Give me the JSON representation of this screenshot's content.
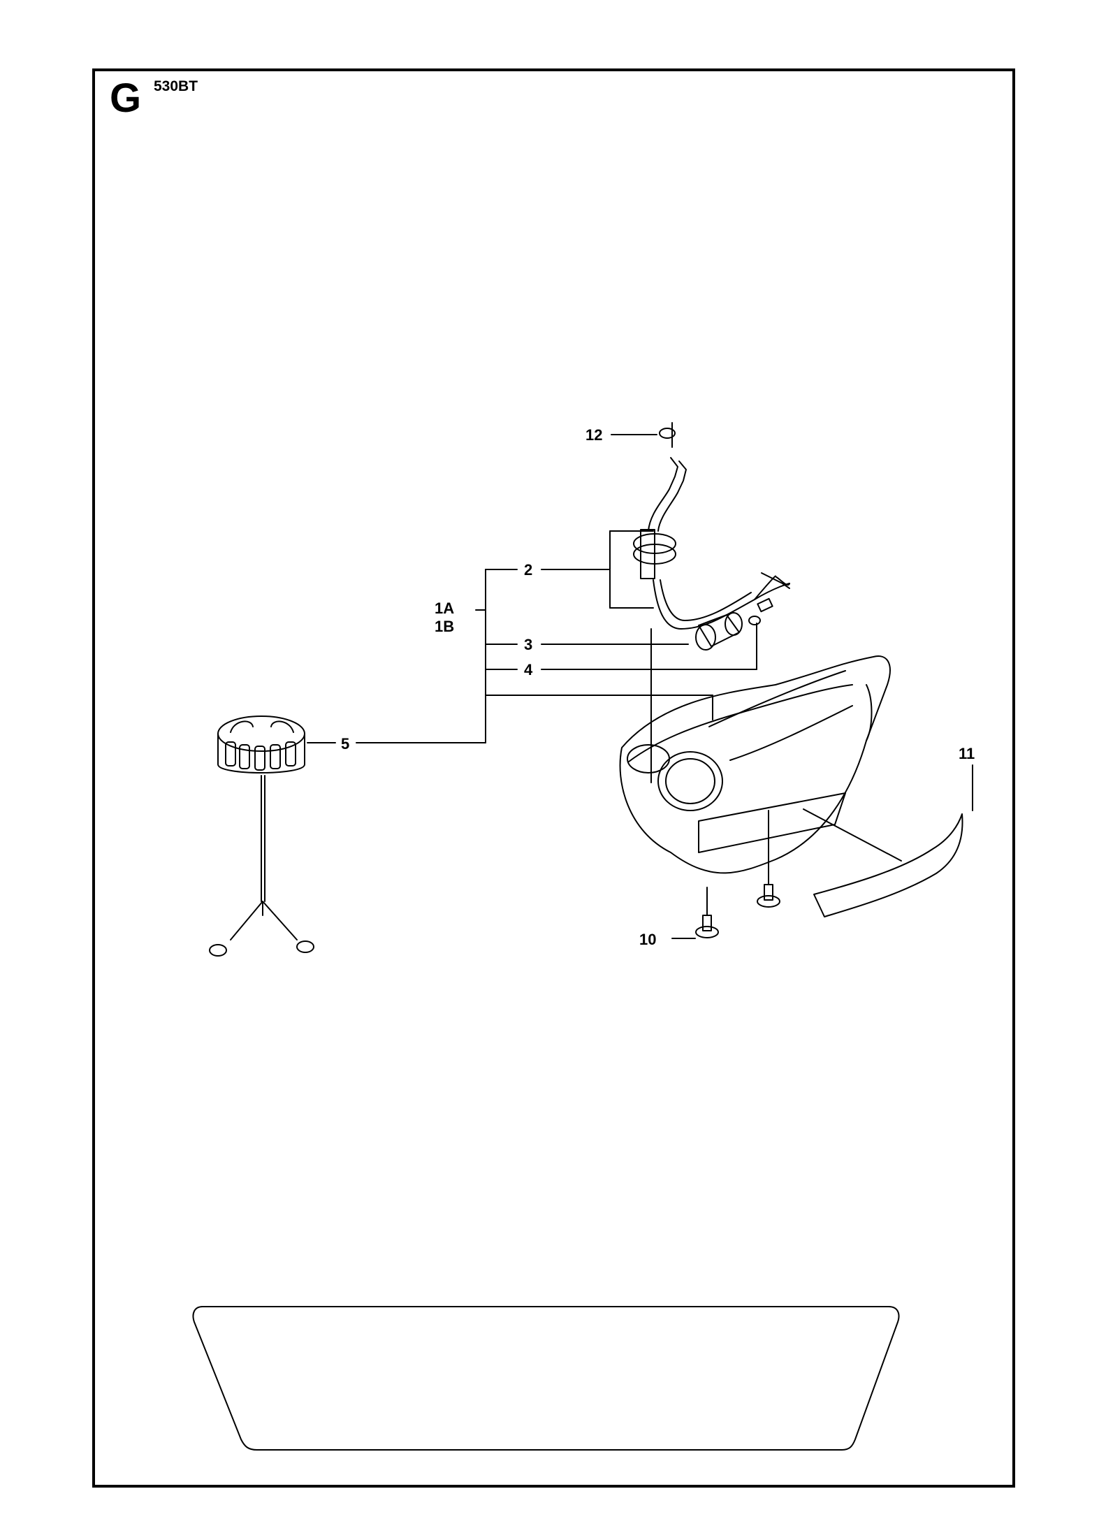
{
  "header": {
    "section_letter": "G",
    "model": "530BT"
  },
  "callouts": [
    {
      "id": "12",
      "part": "fuel-hose-clamp"
    },
    {
      "id": "2",
      "part": "fuel-hose-grommet"
    },
    {
      "id": "1A",
      "part": "fuel-tank-assembly"
    },
    {
      "id": "1B",
      "part": "fuel-tank-assembly"
    },
    {
      "id": "3",
      "part": "fuel-hose"
    },
    {
      "id": "4",
      "part": "fuel-filter"
    },
    {
      "id": "5",
      "part": "fuel-cap"
    },
    {
      "id": "11",
      "part": "decal"
    },
    {
      "id": "10",
      "part": "rubber-mount"
    }
  ]
}
